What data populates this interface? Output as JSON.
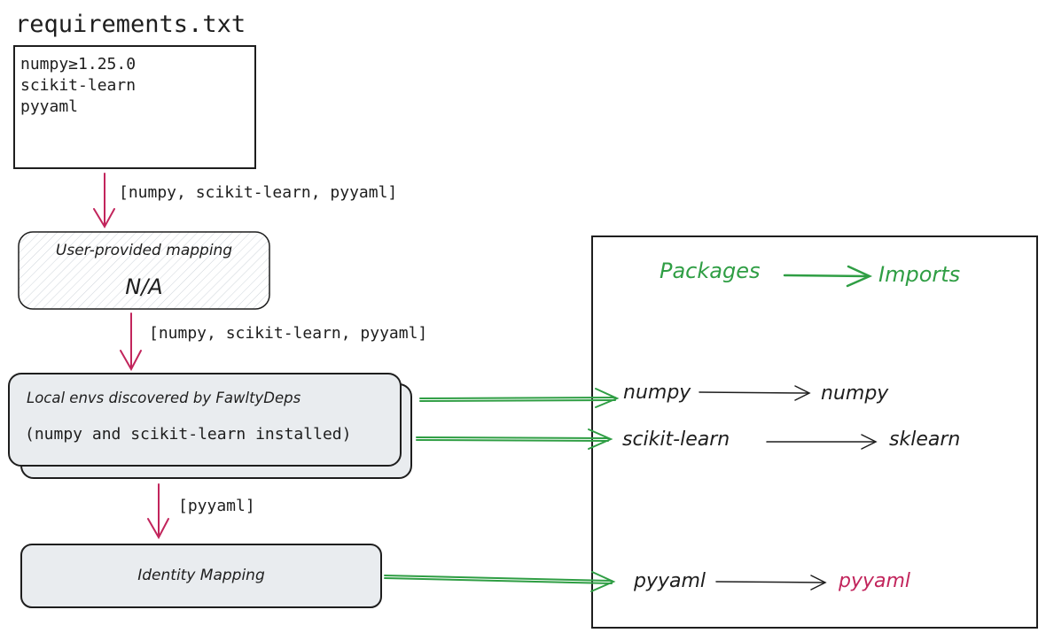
{
  "requirements_file": {
    "title": "requirements.txt",
    "lines": [
      "numpy≥1.25.0",
      "scikit-learn",
      "pyyaml"
    ]
  },
  "flow_labels": {
    "after_requirements": "[numpy, scikit-learn, pyyaml]",
    "after_user_mapping": "[numpy, scikit-learn, pyyaml]",
    "after_local_envs": "[pyyaml]"
  },
  "user_mapping": {
    "title": "User-provided mapping",
    "value": "N/A"
  },
  "local_envs": {
    "title": "Local envs discovered by FawltyDeps",
    "subtitle": "(numpy and scikit-learn installed)"
  },
  "identity_mapping": {
    "title": "Identity Mapping"
  },
  "result_panel": {
    "header_packages": "Packages",
    "header_imports": "Imports",
    "rows": [
      {
        "package": "numpy",
        "import": "numpy"
      },
      {
        "package": "scikit-learn",
        "import": "sklearn"
      },
      {
        "package": "pyyaml",
        "import": "pyyaml"
      }
    ]
  },
  "colors": {
    "crimson": "#c2255c",
    "green": "#2f9e44",
    "box_fill": "#e9ecef",
    "ink": "#1e1e1e"
  }
}
